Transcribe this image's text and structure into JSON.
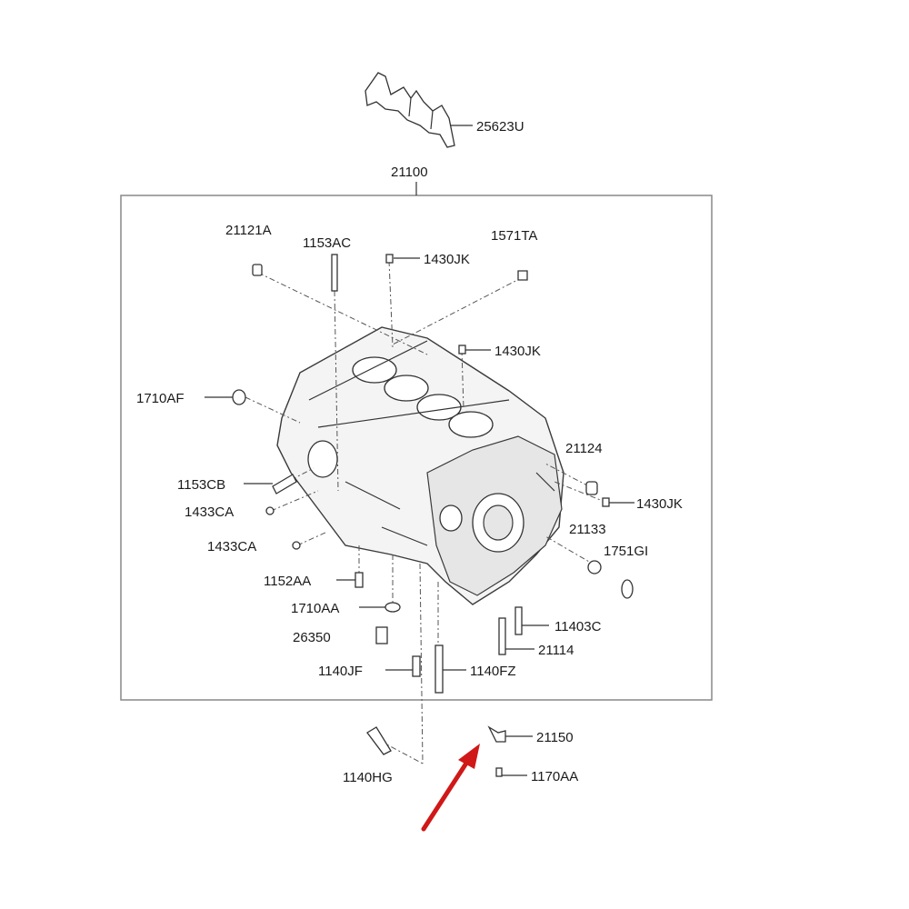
{
  "assembly": {
    "label": "21100"
  },
  "labels": {
    "l25623U": "25623U",
    "l21121A": "21121A",
    "l1153AC": "1153AC",
    "l1430JK_a": "1430JK",
    "l1571TA": "1571TA",
    "l1430JK_b": "1430JK",
    "l1710AF": "1710AF",
    "l21124": "21124",
    "l1153CB": "1153CB",
    "l1430JK_c": "1430JK",
    "l1433CA_a": "1433CA",
    "l21133": "21133",
    "l1433CA_b": "1433CA",
    "l1751GI": "1751GI",
    "l1152AA": "1152AA",
    "l1710AA": "1710AA",
    "l11403C": "11403C",
    "l26350": "26350",
    "l21114": "21114",
    "l1140JF": "1140JF",
    "l1140FZ": "1140FZ",
    "l21150": "21150",
    "l1140HG": "1140HG",
    "l1170AA": "1170AA"
  },
  "colors": {
    "arrow": "#d01818",
    "line": "#333333",
    "box": "#888888"
  },
  "icons": {
    "pointer": "red-arrow-icon"
  }
}
